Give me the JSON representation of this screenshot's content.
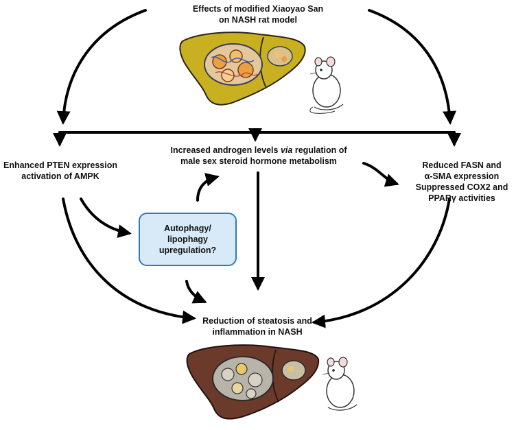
{
  "title": {
    "line1": "Effects of modified Xiaoyao San",
    "line2": "on NASH rat model"
  },
  "left_node": {
    "line1": "Enhanced PTEN expression",
    "line2": "activation of AMPK"
  },
  "center_node": {
    "line1_pre": "Increased androgen levels ",
    "line1_italic": "via",
    "line1_post": " regulation of",
    "line2": "male sex steroid hormone metabolism"
  },
  "right_node": {
    "line1": "Reduced FASN and",
    "line2": "α-SMA expression",
    "line3": "Suppressed COX2 and",
    "line4": "PPARγ activities"
  },
  "box_node": {
    "line1": "Autophagy/",
    "line2": "lipophagy",
    "line3": "upregulation?"
  },
  "bottom_node": {
    "line1": "Reduction of steatosis and",
    "line2": "inflammation in NASH"
  },
  "colors": {
    "arrow": "#000000",
    "box_border": "#2e7bbf",
    "box_fill": "#d8eaf8",
    "liver_top": "#c9b020",
    "liver_bottom": "#6b3a2a"
  },
  "icons": [
    "liver-diseased-illustration",
    "rat-illustration-top",
    "liver-healthy-illustration",
    "rat-illustration-bottom"
  ]
}
